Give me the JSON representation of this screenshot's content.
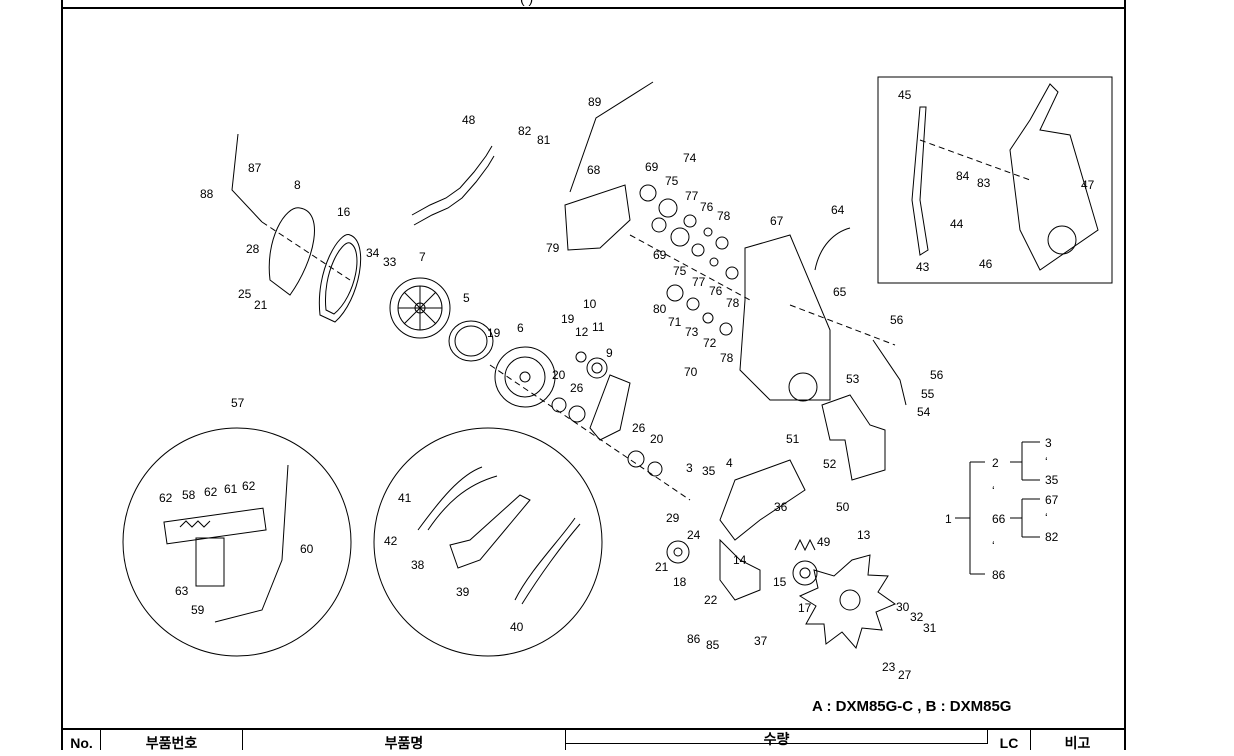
{
  "header_fragment": "(   )",
  "caption": "A : DXM85G-C , B : DXM85G",
  "table_headers": {
    "no": "No.",
    "part_number": "부품번호",
    "part_name": "부품명",
    "quantity": "수량",
    "lc": "LC",
    "remarks": "비고"
  },
  "legend": {
    "root": "1",
    "groups": [
      {
        "label": "2",
        "items": [
          "3",
          "ʻ",
          "35"
        ]
      },
      {
        "label": "ʻ",
        "items": []
      },
      {
        "label": "66",
        "items": [
          "67",
          "ʻ",
          "82"
        ]
      },
      {
        "label": "ʻ",
        "items": []
      },
      {
        "label": "86",
        "items": []
      }
    ]
  },
  "callouts": [
    "88",
    "87",
    "8",
    "16",
    "28",
    "25",
    "21",
    "34",
    "33",
    "7",
    "5",
    "19",
    "48",
    "82",
    "81",
    "68",
    "79",
    "89",
    "69",
    "75",
    "77",
    "76",
    "78",
    "74",
    "69",
    "75",
    "77",
    "76",
    "78",
    "80",
    "71",
    "73",
    "72",
    "78",
    "70",
    "67",
    "64",
    "65",
    "45",
    "84",
    "83",
    "47",
    "44",
    "43",
    "46",
    "56",
    "56",
    "55",
    "54",
    "53",
    "10",
    "19",
    "12",
    "11",
    "9",
    "6",
    "20",
    "26",
    "26",
    "20",
    "3",
    "35",
    "4",
    "29",
    "24",
    "51",
    "52",
    "36",
    "50",
    "49",
    "13",
    "21",
    "18",
    "14",
    "15",
    "17",
    "22",
    "86",
    "85",
    "37",
    "30",
    "32",
    "31",
    "23",
    "27",
    "57",
    "62",
    "58",
    "62",
    "61",
    "62",
    "60",
    "63",
    "59",
    "41",
    "42",
    "38",
    "39",
    "40"
  ]
}
